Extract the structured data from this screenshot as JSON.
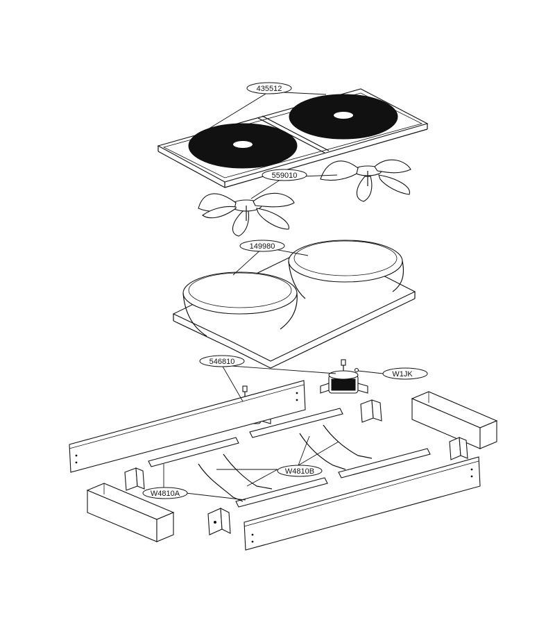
{
  "callouts": {
    "top_grille": "435512",
    "fan_blade": "559010",
    "shroud": "149980",
    "motor": "546810",
    "motor_bolt": "W1JK",
    "bracket_b": "W4810B",
    "bracket_a": "W4810A"
  }
}
